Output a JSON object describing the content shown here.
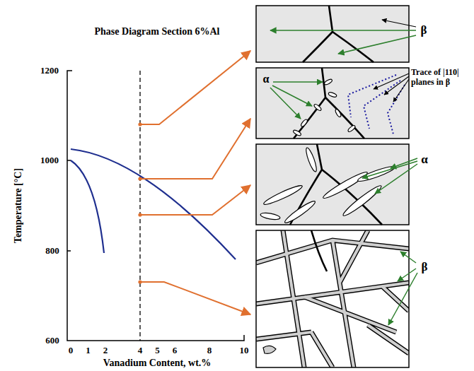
{
  "diagram": {
    "title": "Phase Diagram Section 6%Al",
    "labels": [
      "Temperature [°C]",
      "1200",
      "1000",
      "800",
      "600",
      "0",
      "1",
      "2",
      "4",
      "5",
      "6",
      "8",
      "10",
      "Vanadium Content, wt.%",
      "β",
      "α",
      "Trace of |110| planes in β",
      "α",
      "β"
    ]
  }
}
